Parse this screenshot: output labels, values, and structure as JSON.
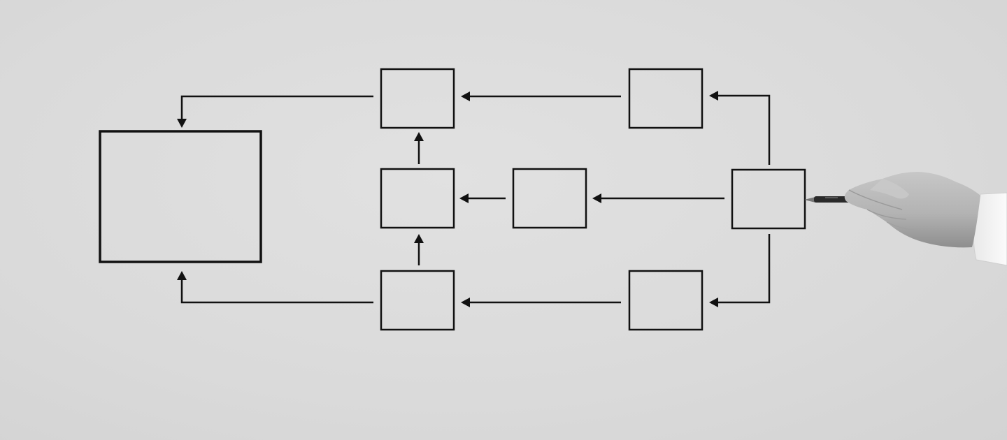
{
  "diagram": {
    "type": "flowchart",
    "style": "blank-boxes",
    "palette": {
      "background": "#dcdcdc",
      "stroke": "#111111",
      "skin": "#b9b9b9",
      "skin_shadow": "#8f8f8f",
      "sleeve": "#f4f4f4",
      "pen": "#2a2a2a"
    },
    "nodes": [
      {
        "id": "target",
        "label": ""
      },
      {
        "id": "top-mid",
        "label": ""
      },
      {
        "id": "top-right",
        "label": ""
      },
      {
        "id": "mid-left",
        "label": ""
      },
      {
        "id": "mid-center",
        "label": ""
      },
      {
        "id": "source",
        "label": ""
      },
      {
        "id": "bot-mid",
        "label": ""
      },
      {
        "id": "bot-right",
        "label": ""
      }
    ],
    "edges": [
      {
        "from": "source",
        "to": "top-right"
      },
      {
        "from": "source",
        "to": "mid-center"
      },
      {
        "from": "source",
        "to": "bot-right"
      },
      {
        "from": "top-right",
        "to": "top-mid"
      },
      {
        "from": "mid-center",
        "to": "mid-left"
      },
      {
        "from": "bot-right",
        "to": "bot-mid"
      },
      {
        "from": "bot-mid",
        "to": "mid-left"
      },
      {
        "from": "mid-left",
        "to": "top-mid"
      },
      {
        "from": "top-mid",
        "to": "target"
      },
      {
        "from": "bot-mid",
        "to": "target"
      }
    ]
  },
  "decor": {
    "hand_icon": "hand-holding-pen-icon"
  }
}
